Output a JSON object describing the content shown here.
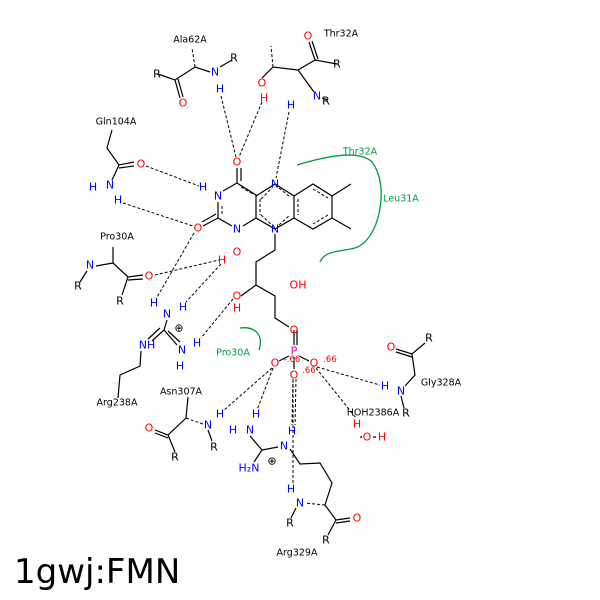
{
  "title": "1gwj:FMN",
  "atoms": {
    "O": "O",
    "N": "N",
    "H": "H",
    "R": "R",
    "P": "P",
    "OH": "OH",
    "NH": "NH",
    "H2N": "H₂N",
    "plus": "⊕"
  },
  "charges": {
    "a": "-.66",
    "b": ".66",
    "c": ".66"
  },
  "residues": {
    "ala62": "Ala62A",
    "thr32": "Thr32A",
    "gln104": "Gln104A",
    "pro30": "Pro30A",
    "arg238": "Arg238A",
    "asn307": "Asn307A",
    "arg329": "Arg329A",
    "gly328": "Gly328A",
    "hoh2386": "HOH2386A"
  },
  "hydrophobic": {
    "thr32": "Thr32A",
    "leu31": "Leu31A",
    "pro30": "Pro30A"
  },
  "colors": {
    "oxygen": "#ff0000",
    "nitrogen": "#0000ff",
    "phosphorus": "#e000c0",
    "hydrophobic": "#009944"
  }
}
